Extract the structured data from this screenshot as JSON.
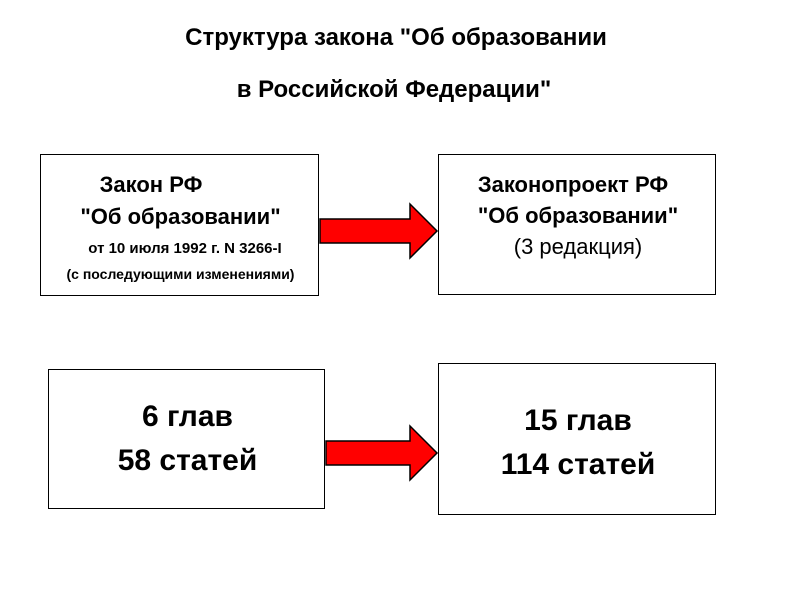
{
  "title": {
    "line1": "Структура закона \"Об образовании",
    "line2": "в Российской Федерации\""
  },
  "law_box": {
    "line1": "Закон РФ",
    "line2": "\"Об образовании\"",
    "line3": "от 10 июля 1992 г. N 3266-I",
    "line4": "(с последующими изменениями)"
  },
  "bill_box": {
    "line1": "Законопроект РФ",
    "line2": "\"Об образовании\"",
    "line3": "(3 редакция)"
  },
  "law_stats": {
    "chapters": "6 глав",
    "articles": "58 статей"
  },
  "bill_stats": {
    "chapters": "15 глав",
    "articles": "114 статей"
  },
  "colors": {
    "arrow_fill": "#ff0000",
    "arrow_stroke": "#000000",
    "box_border": "#000000"
  }
}
